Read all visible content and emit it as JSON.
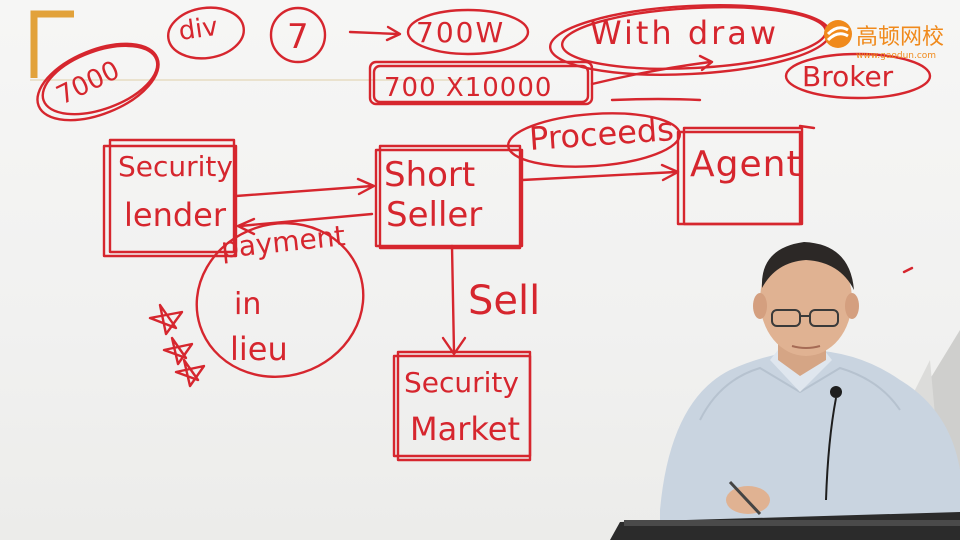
{
  "whiteboard": {
    "top_notes": {
      "amount": "7000",
      "div": "div",
      "seven": "7",
      "result": "700W",
      "calc": "700 X10000",
      "withdraw": "With draw",
      "broker": "Broker",
      "proceeds": "Proceeds"
    },
    "boxes": {
      "security_lender": [
        "Security",
        "lender"
      ],
      "short_seller": [
        "Short",
        "Seller"
      ],
      "agent": "Agent",
      "security_market": [
        "Security",
        "Market"
      ]
    },
    "labels": {
      "payment_in_lieu": [
        "payment",
        "in",
        "lieu"
      ],
      "sell": "Sell"
    },
    "colors": {
      "ink": "#d6262e",
      "corner_bracket": "#e2a23a",
      "logo_orange": "#f08a1c"
    }
  },
  "logo": {
    "name": "高顿网校",
    "url": "www.gaodun.com"
  }
}
